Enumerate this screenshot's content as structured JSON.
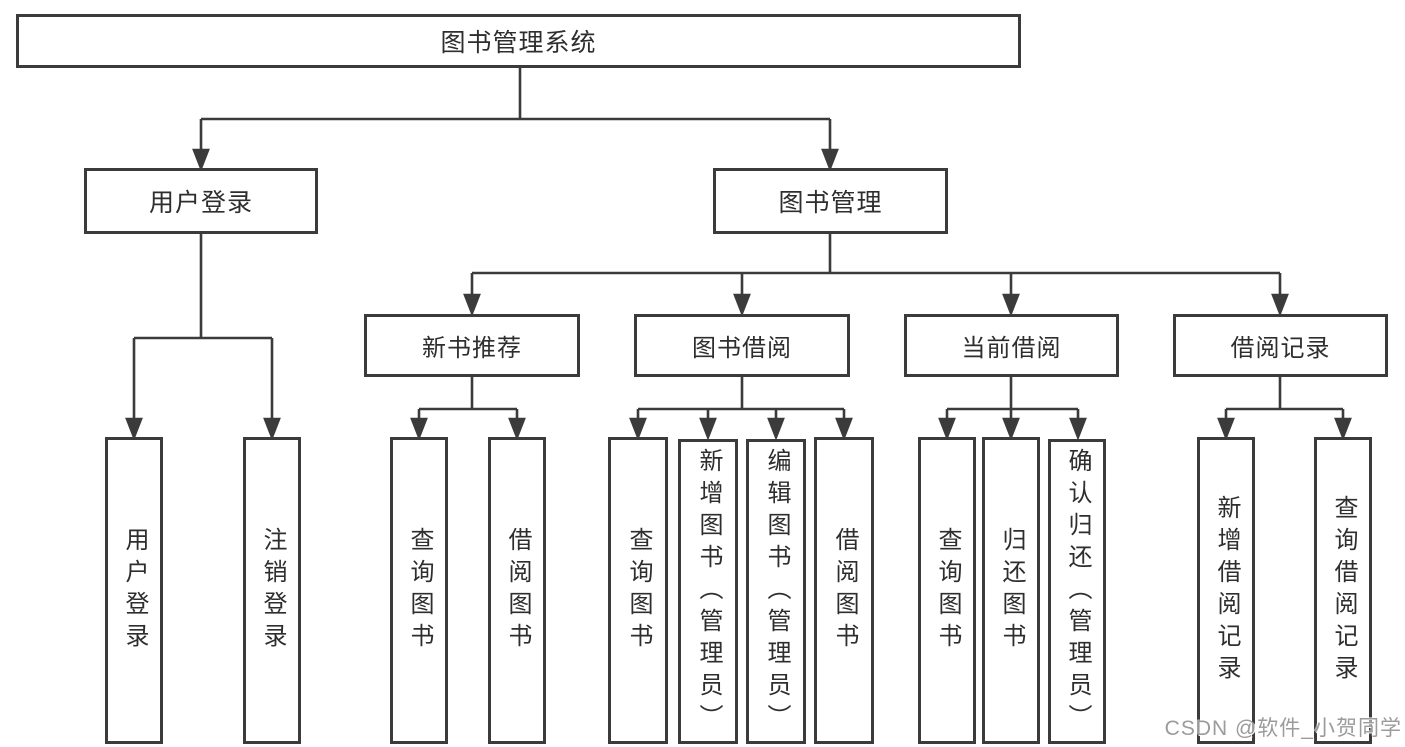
{
  "nodes": {
    "root": "图书管理系统",
    "user_login": "用户登录",
    "book_management": "图书管理",
    "new_book_recommend": "新书推荐",
    "book_borrowing": "图书借阅",
    "current_borrowing": "当前借阅",
    "borrow_records": "借阅记录",
    "leaf_user_login": "用户登录",
    "leaf_logout": "注销登录",
    "leaf_query_books_a": "查询图书",
    "leaf_borrow_books_a": "借阅图书",
    "leaf_query_books_b": "查询图书",
    "leaf_add_books": "新增图书（管理员）",
    "leaf_edit_books": "编辑图书（管理员）",
    "leaf_borrow_books_b": "借阅图书",
    "leaf_query_books_c": "查询图书",
    "leaf_return_books": "归还图书",
    "leaf_confirm_return": "确认归还（管理员）",
    "leaf_add_borrow_record": "新增借阅记录",
    "leaf_query_borrow_record": "查询借阅记录"
  },
  "hierarchy": {
    "图书管理系统": [
      "用户登录",
      "图书管理"
    ],
    "用户登录": [
      "用户登录",
      "注销登录"
    ],
    "图书管理": [
      "新书推荐",
      "图书借阅",
      "当前借阅",
      "借阅记录"
    ],
    "新书推荐": [
      "查询图书",
      "借阅图书"
    ],
    "图书借阅": [
      "查询图书",
      "新增图书（管理员）",
      "编辑图书（管理员）",
      "借阅图书"
    ],
    "当前借阅": [
      "查询图书",
      "归还图书",
      "确认归还（管理员）"
    ],
    "借阅记录": [
      "新增借阅记录",
      "查询借阅记录"
    ]
  },
  "colors": {
    "line": "#3b3b3b",
    "text": "#2e2e2e",
    "background": "#ffffff",
    "watermark": "#9b9b9b"
  },
  "watermark": "CSDN @软件_小贺同学"
}
